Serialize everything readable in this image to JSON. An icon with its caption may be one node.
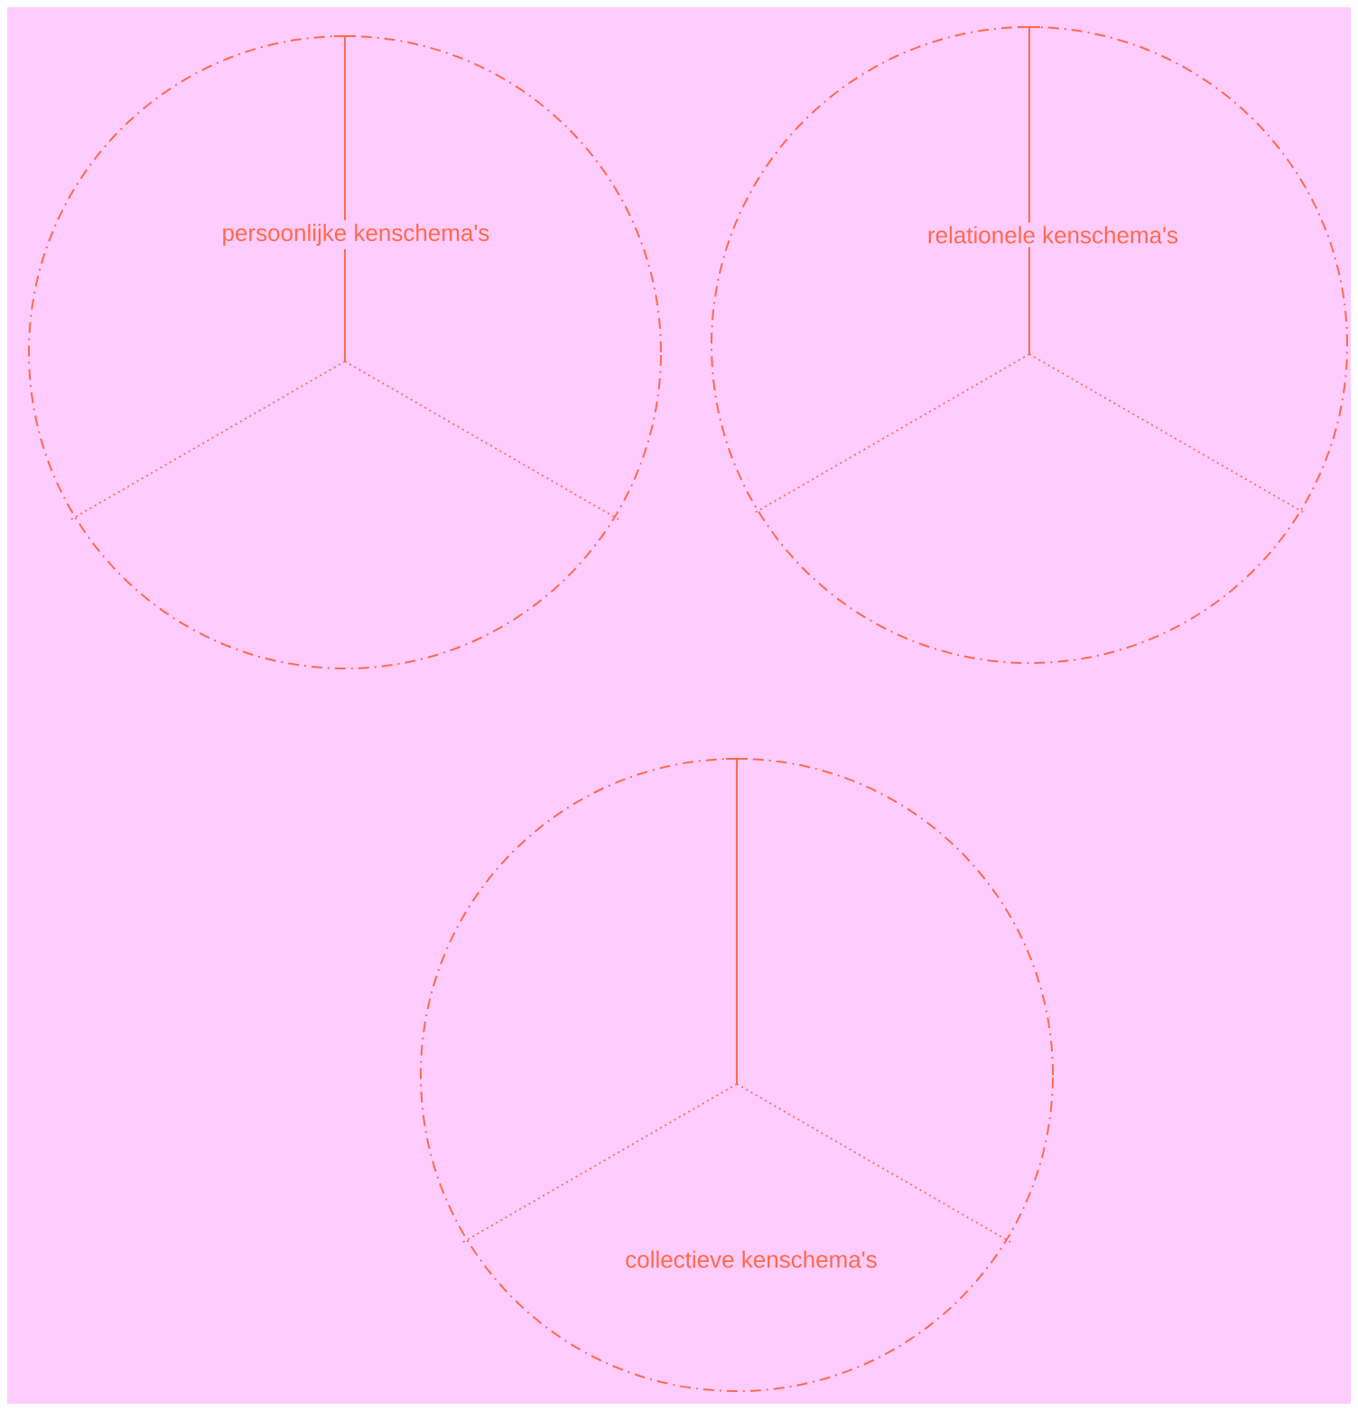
{
  "diagram": {
    "nodes": [
      {
        "text": [
          "persoonlijke kenschema's"
        ]
      },
      {
        "text": [
          "relationele kenschema's"
        ]
      },
      {
        "text": [
          "collectieve kenschema's"
        ]
      }
    ]
  }
}
